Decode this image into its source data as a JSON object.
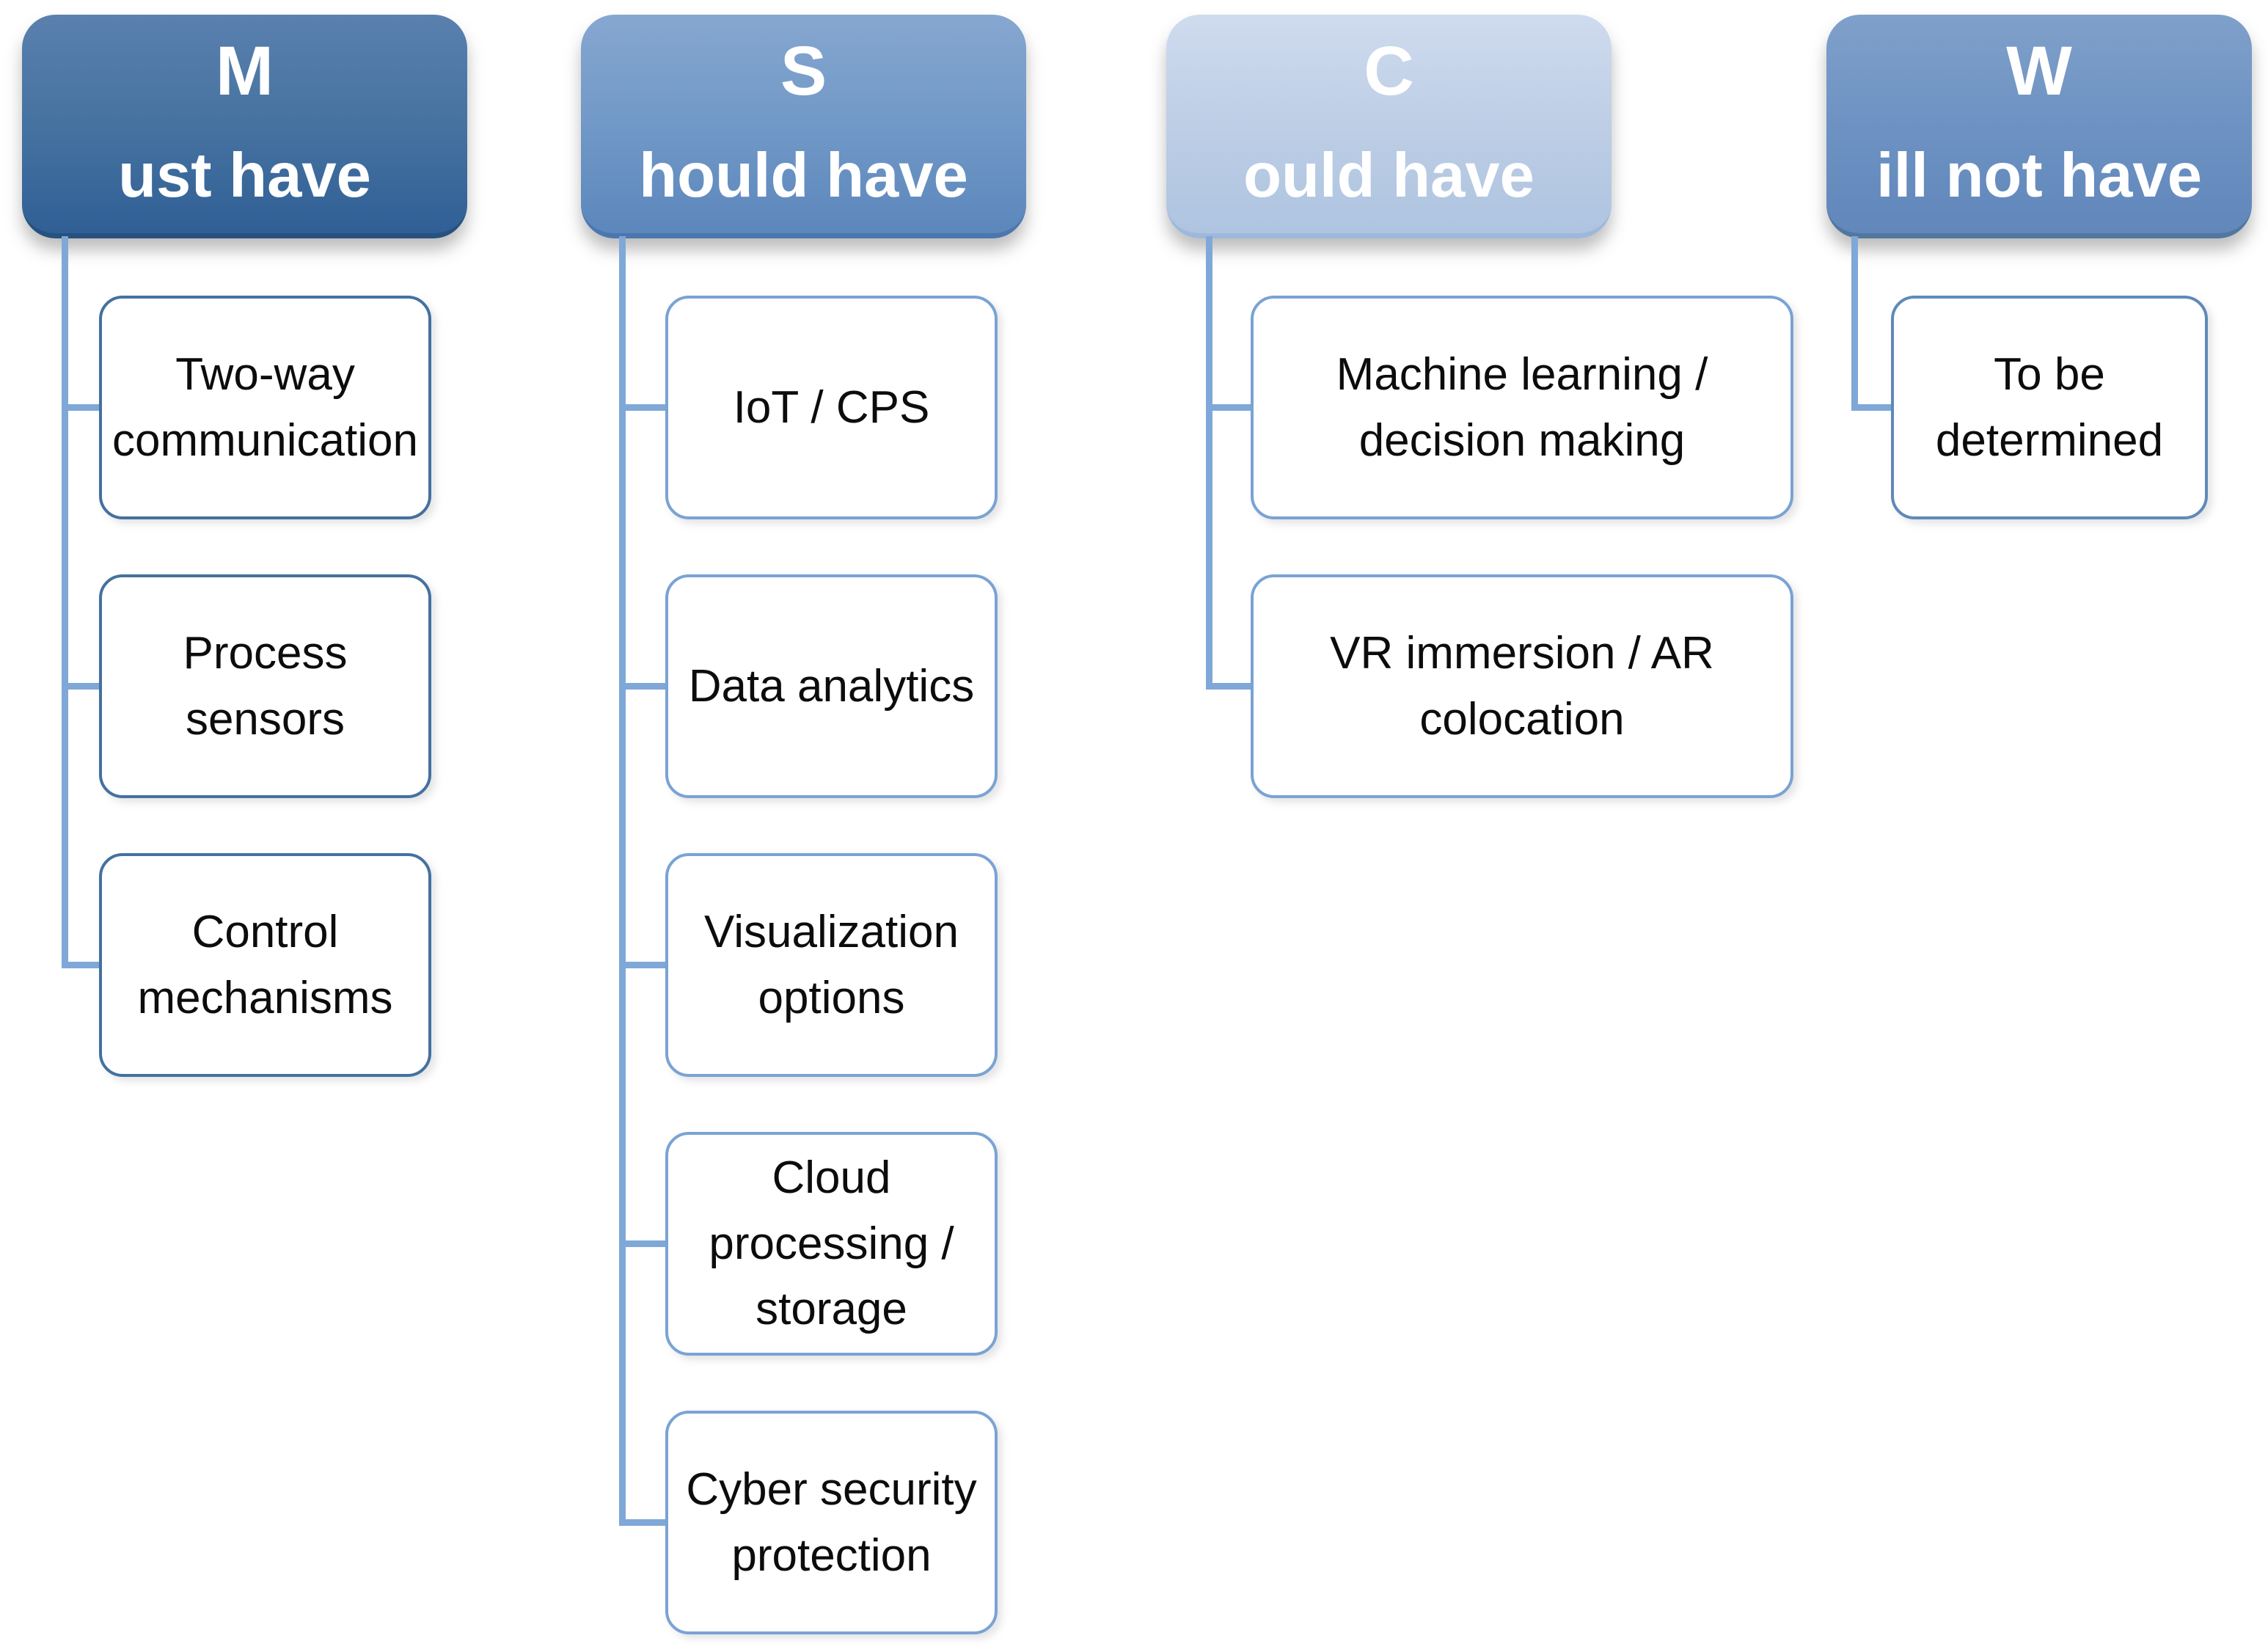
{
  "diagram_type": "moscow-prioritization",
  "columns": [
    {
      "key": "must-have",
      "initial": "M",
      "label_rest": "ust have",
      "items": [
        "Two-way communication",
        "Process sensors",
        "Control mechanisms"
      ]
    },
    {
      "key": "should-have",
      "initial": "S",
      "label_rest": "hould have",
      "items": [
        "IoT / CPS",
        "Data analytics",
        "Visualization options",
        "Cloud processing / storage",
        "Cyber security protection"
      ]
    },
    {
      "key": "could-have",
      "initial": "C",
      "label_rest": "ould have",
      "items": [
        "Machine learning / decision making",
        "VR immersion / AR colocation"
      ]
    },
    {
      "key": "will-not-have",
      "initial": "W",
      "label_rest": "ill not have",
      "items": [
        "To be determined"
      ]
    }
  ],
  "colors": {
    "header_must_top": "#5a80ae",
    "header_must_bottom": "#305f96",
    "header_should_top": "#86a7d0",
    "header_should_bottom": "#5c87bc",
    "header_could_top": "#cfdbee",
    "header_could_bottom": "#aec4e0",
    "header_will_top": "#7fa0ca",
    "header_will_bottom": "#6187bb",
    "item_border_must": "#44719f",
    "item_border_should": "#7aa3d4",
    "item_border_could": "#7aa3d4",
    "item_border_will": "#5e8ab9",
    "connector": "#7fa8d8",
    "header_text": "#ffffff",
    "item_text": "#0c0c0c",
    "background": "#ffffff"
  }
}
